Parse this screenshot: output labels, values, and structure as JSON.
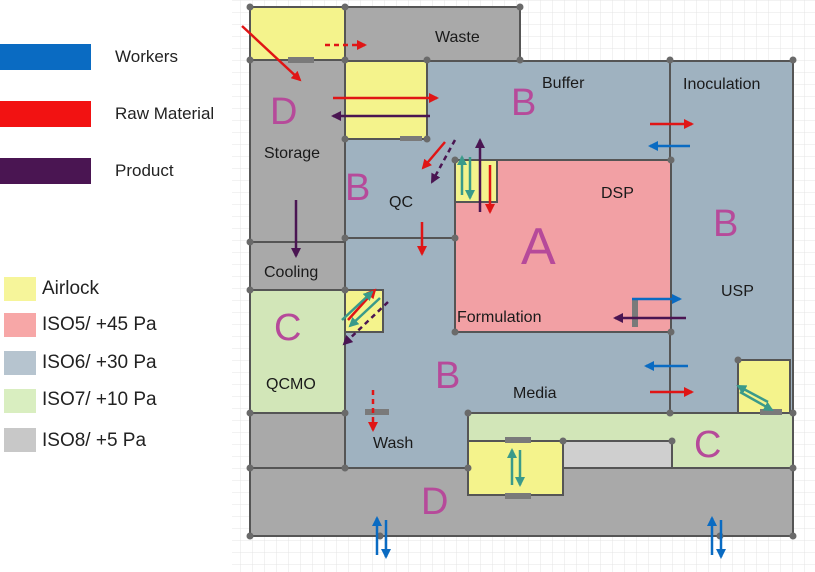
{
  "legend": {
    "flows": [
      {
        "label": "Workers",
        "color": "#0a6bc2"
      },
      {
        "label": "Raw Material",
        "color": "#f21212"
      },
      {
        "label": "Product",
        "color": "#4a1552"
      }
    ],
    "zones": [
      {
        "label": "Airlock",
        "color": "#f6f59a"
      },
      {
        "label": "ISO5/ +45 Pa",
        "color": "#f7a7a7"
      },
      {
        "label": "ISO6/ +30 Pa",
        "color": "#b6c4cf"
      },
      {
        "label": "ISO7/ +10 Pa",
        "color": "#d9eec0"
      },
      {
        "label": "ISO8/ +5 Pa",
        "color": "#c8c8c8"
      }
    ]
  },
  "rooms": {
    "waste": "Waste",
    "buffer": "Buffer",
    "inoculation": "Inoculation",
    "storage": "Storage",
    "qc": "QC",
    "dsp": "DSP",
    "usp": "USP",
    "cooling": "Cooling",
    "formulation": "Formulation",
    "qcmo": "QCMO",
    "media": "Media",
    "wash": "Wash"
  },
  "grades": {
    "a": "A",
    "b": "B",
    "c": "C",
    "d": "D"
  },
  "colors": {
    "wall": "#555555",
    "grid": "#e6e6e6",
    "iso5": "#f2a0a4",
    "iso6": "#9fb2c0",
    "iso7": "#d2e6b8",
    "iso8": "#a9a9a9",
    "airlock": "#f4f38c",
    "worker": "#0a6bc2",
    "raw": "#e01515",
    "product": "#4a1552",
    "teal": "#3a9a8a"
  }
}
